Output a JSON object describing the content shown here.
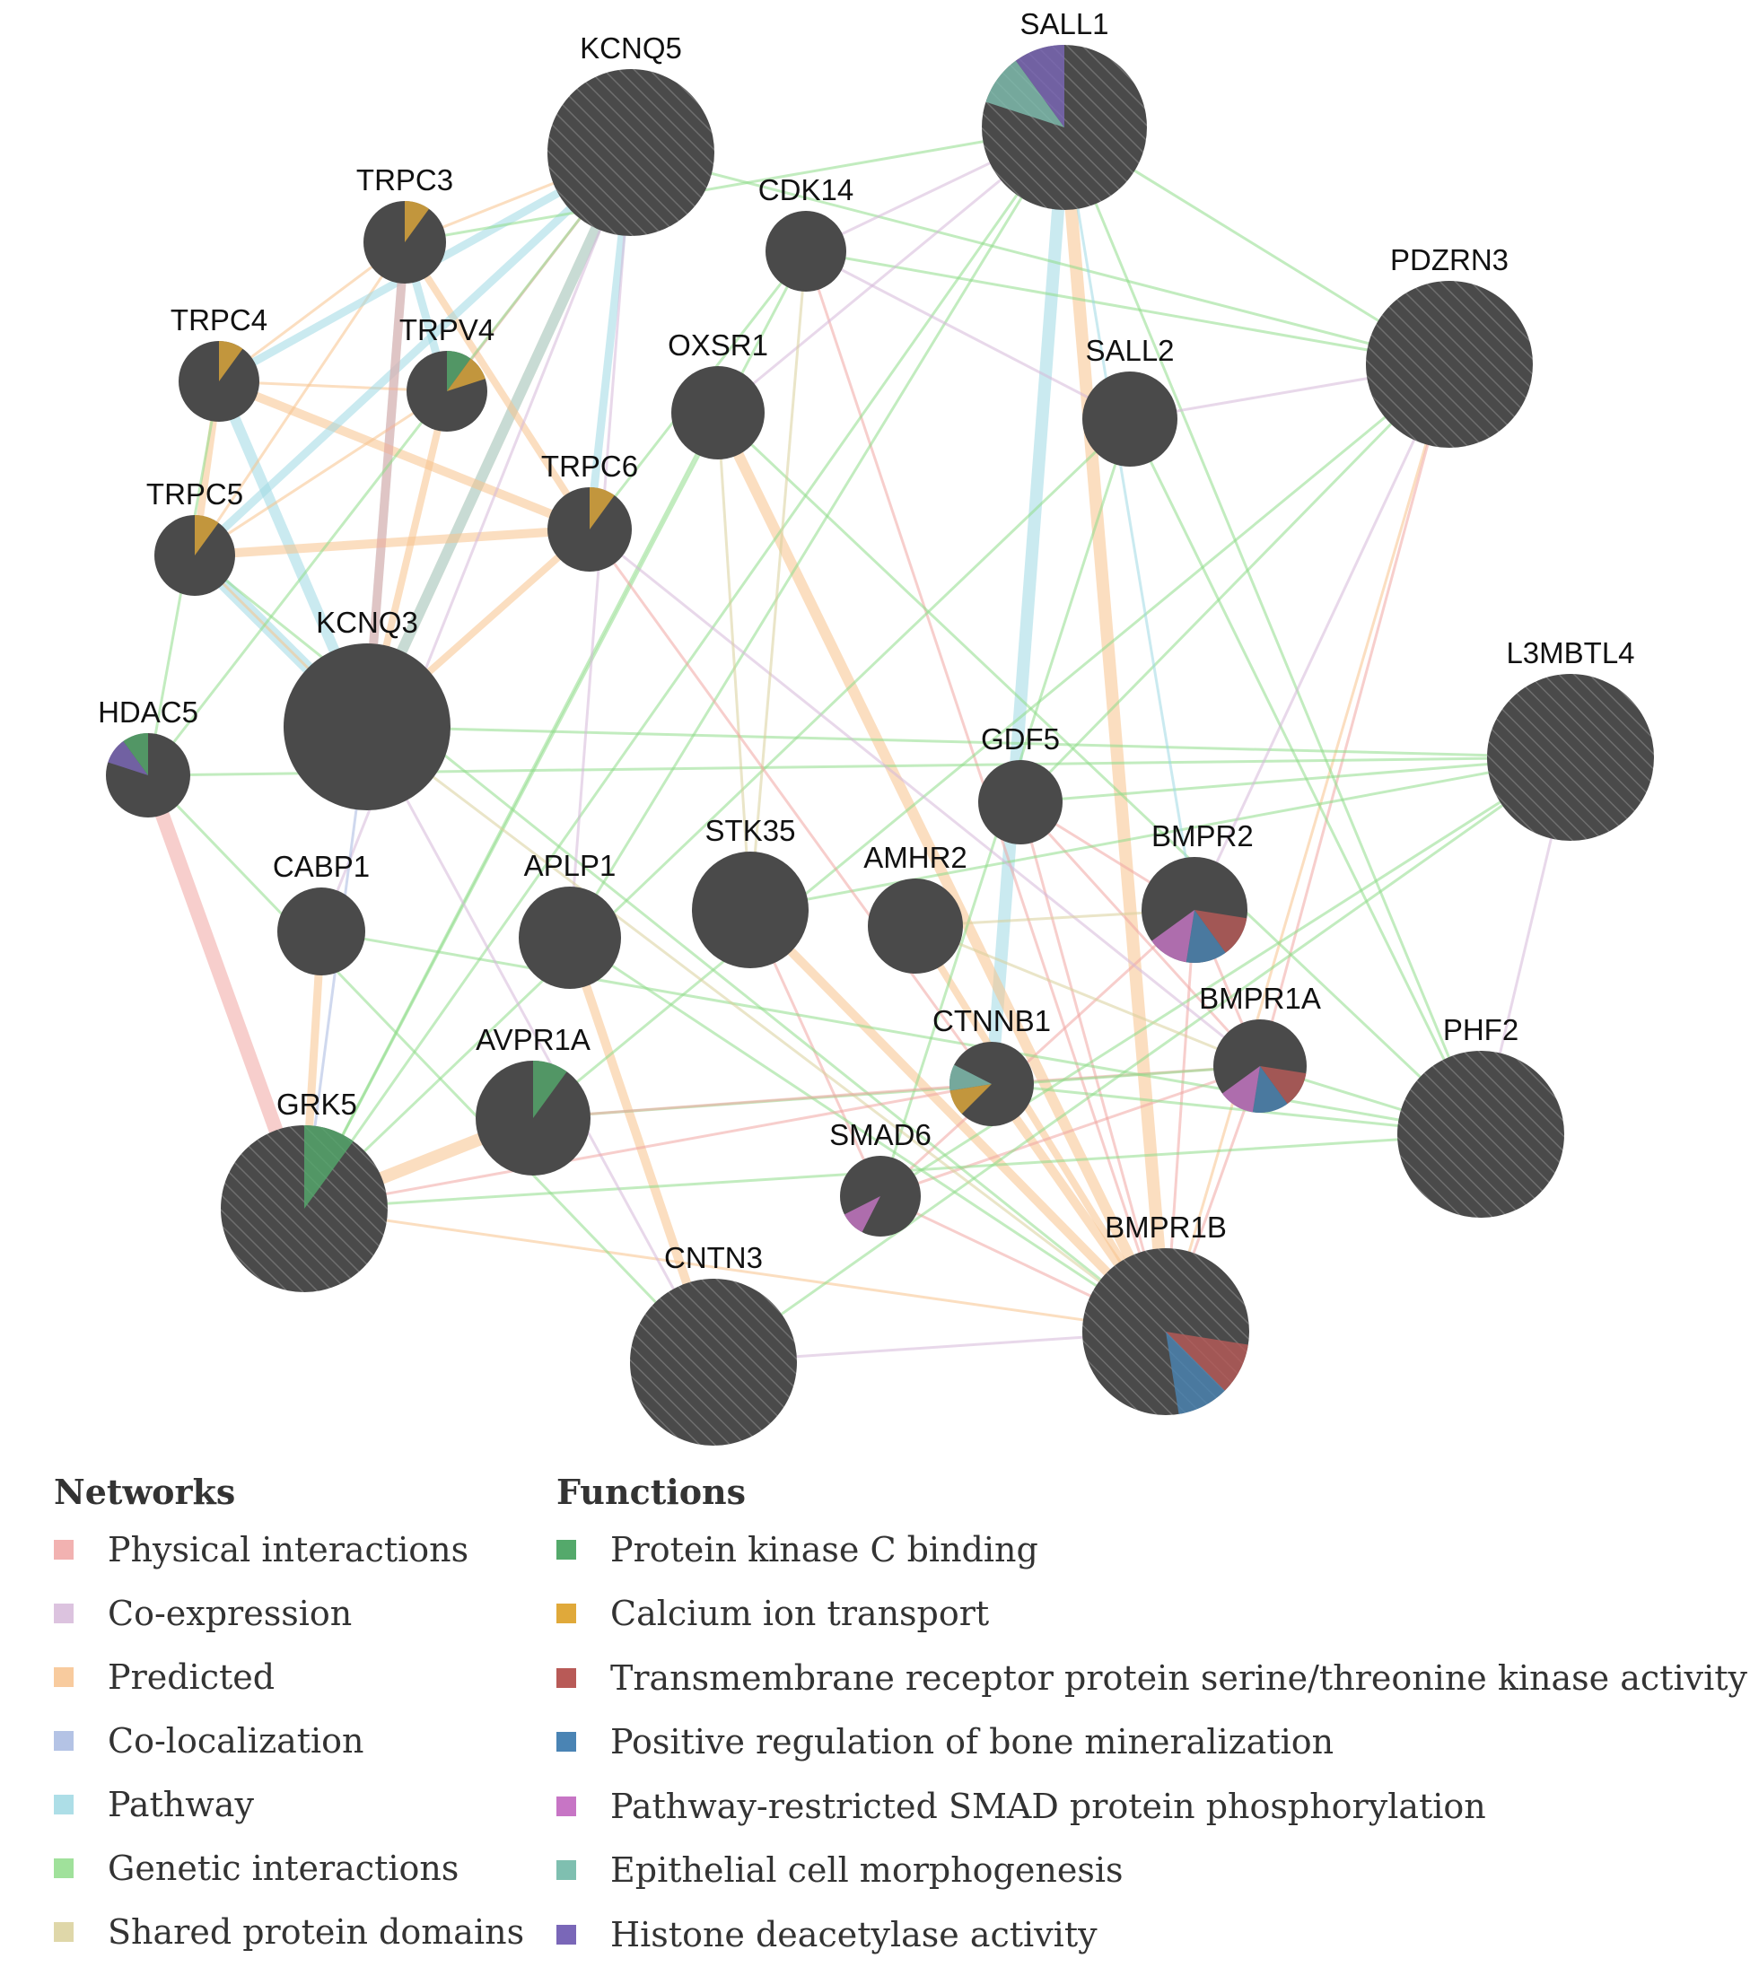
{
  "colors": {
    "node_fill": "#4a4a4a",
    "hatch": "#6e6e6e",
    "Physical interactions": "#f0a5a3",
    "Co-expression": "#d6b8d9",
    "Predicted": "#f7c28d",
    "Co-localization": "#a7b8e0",
    "Pathway": "#9fd8e3",
    "Genetic interactions": "#8fdc8a",
    "Shared protein domains": "#d9d09a",
    "Protein kinase C binding": "#54a96b",
    "Calcium ion transport": "#c29a3a",
    "Transmembrane receptor protein serine/threonine kinase activity": "#a0504e",
    "Positive regulation of bone mineralization": "#4f7ea6",
    "Pathway-restricted SMAD protein phosphorylation": "#a56aa8",
    "Epithelial cell morphogenesis": "#5f9b91",
    "Histone deacetylase activity": "#6c5ba4"
  },
  "legend": {
    "networks_title": "Networks",
    "functions_title": "Functions",
    "networks": [
      {
        "label": "Physical interactions",
        "color": "#f0a5a3"
      },
      {
        "label": "Co-expression",
        "color": "#d6b8d9"
      },
      {
        "label": "Predicted",
        "color": "#f7c28d"
      },
      {
        "label": "Co-localization",
        "color": "#a7b8e0"
      },
      {
        "label": "Pathway",
        "color": "#9fd8e3"
      },
      {
        "label": "Genetic interactions",
        "color": "#8fdc8a"
      },
      {
        "label": "Shared protein domains",
        "color": "#d9d09a"
      }
    ],
    "functions": [
      {
        "label": "Protein kinase C binding",
        "color": "#54a96b"
      },
      {
        "label": "Calcium ion transport",
        "color": "#e0a93a"
      },
      {
        "label": "Transmembrane receptor protein serine/threonine kinase activity",
        "color": "#b85a57"
      },
      {
        "label": "Positive regulation of bone mineralization",
        "color": "#4a84b4"
      },
      {
        "label": "Pathway-restricted SMAD protein phosphorylation",
        "color": "#c775c5"
      },
      {
        "label": "Epithelial cell morphogenesis",
        "color": "#7fbfb0"
      },
      {
        "label": "Histone deacetylase activity",
        "color": "#7a67b8"
      }
    ]
  },
  "nodes": [
    {
      "id": "KCNQ5",
      "label": "KCNQ5",
      "hatched": true,
      "functions": []
    },
    {
      "id": "SALL1",
      "label": "SALL1",
      "hatched": true,
      "functions": [
        "Epithelial cell morphogenesis",
        "Histone deacetylase activity"
      ]
    },
    {
      "id": "TRPC3",
      "label": "TRPC3",
      "hatched": false,
      "functions": [
        "Calcium ion transport"
      ]
    },
    {
      "id": "CDK14",
      "label": "CDK14",
      "hatched": false,
      "functions": []
    },
    {
      "id": "PDZRN3",
      "label": "PDZRN3",
      "hatched": true,
      "functions": []
    },
    {
      "id": "TRPC4",
      "label": "TRPC4",
      "hatched": false,
      "functions": [
        "Calcium ion transport"
      ]
    },
    {
      "id": "TRPV4",
      "label": "TRPV4",
      "hatched": false,
      "functions": [
        "Protein kinase C binding",
        "Calcium ion transport"
      ]
    },
    {
      "id": "OXSR1",
      "label": "OXSR1",
      "hatched": false,
      "functions": []
    },
    {
      "id": "SALL2",
      "label": "SALL2",
      "hatched": false,
      "functions": []
    },
    {
      "id": "TRPC6",
      "label": "TRPC6",
      "hatched": false,
      "functions": [
        "Calcium ion transport"
      ]
    },
    {
      "id": "TRPC5",
      "label": "TRPC5",
      "hatched": false,
      "functions": [
        "Calcium ion transport"
      ]
    },
    {
      "id": "KCNQ3",
      "label": "KCNQ3",
      "hatched": false,
      "functions": []
    },
    {
      "id": "L3MBTL4",
      "label": "L3MBTL4",
      "hatched": true,
      "functions": []
    },
    {
      "id": "HDAC5",
      "label": "HDAC5",
      "hatched": false,
      "functions": [
        "Histone deacetylase activity",
        "Protein kinase C binding"
      ]
    },
    {
      "id": "GDF5",
      "label": "GDF5",
      "hatched": false,
      "functions": []
    },
    {
      "id": "STK35",
      "label": "STK35",
      "hatched": false,
      "functions": []
    },
    {
      "id": "AMHR2",
      "label": "AMHR2",
      "hatched": false,
      "functions": []
    },
    {
      "id": "BMPR2",
      "label": "BMPR2",
      "hatched": false,
      "functions": [
        "Transmembrane receptor protein serine/threonine kinase activity",
        "Positive regulation of bone mineralization",
        "Pathway-restricted SMAD protein phosphorylation"
      ]
    },
    {
      "id": "CABP1",
      "label": "CABP1",
      "hatched": false,
      "functions": []
    },
    {
      "id": "APLP1",
      "label": "APLP1",
      "hatched": false,
      "functions": []
    },
    {
      "id": "BMPR1A",
      "label": "BMPR1A",
      "hatched": false,
      "functions": [
        "Transmembrane receptor protein serine/threonine kinase activity",
        "Positive regulation of bone mineralization",
        "Pathway-restricted SMAD protein phosphorylation"
      ]
    },
    {
      "id": "PHF2",
      "label": "PHF2",
      "hatched": true,
      "functions": []
    },
    {
      "id": "CTNNB1",
      "label": "CTNNB1",
      "hatched": false,
      "functions": [
        "Calcium ion transport",
        "Epithelial cell morphogenesis"
      ]
    },
    {
      "id": "AVPR1A",
      "label": "AVPR1A",
      "hatched": false,
      "functions": [
        "Protein kinase C binding"
      ]
    },
    {
      "id": "GRK5",
      "label": "GRK5",
      "hatched": true,
      "functions": [
        "Protein kinase C binding"
      ]
    },
    {
      "id": "SMAD6",
      "label": "SMAD6",
      "hatched": false,
      "functions": [
        "Pathway-restricted SMAD protein phosphorylation"
      ]
    },
    {
      "id": "CNTN3",
      "label": "CNTN3",
      "hatched": true,
      "functions": []
    },
    {
      "id": "BMPR1B",
      "label": "BMPR1B",
      "hatched": true,
      "functions": [
        "Transmembrane receptor protein serine/threonine kinase activity",
        "Positive regulation of bone mineralization"
      ]
    }
  ],
  "edges": [
    {
      "from": "HDAC5",
      "to": "GRK5",
      "type": "Physical interactions"
    },
    {
      "from": "SALL1",
      "to": "CTNNB1",
      "type": "Pathway"
    },
    {
      "from": "SALL1",
      "to": "BMPR1B",
      "type": "Predicted"
    },
    {
      "from": "OXSR1",
      "to": "BMPR1B",
      "type": "Predicted"
    },
    {
      "from": "APLP1",
      "to": "CNTN3",
      "type": "Predicted"
    },
    {
      "from": "GRK5",
      "to": "AVPR1A",
      "type": "Predicted"
    },
    {
      "from": "CABP1",
      "to": "GRK5",
      "type": "Predicted"
    },
    {
      "from": "KCNQ5",
      "to": "KCNQ3",
      "type": "Predicted"
    },
    {
      "from": "KCNQ5",
      "to": "KCNQ3",
      "type": "Pathway"
    },
    {
      "from": "TRPC4",
      "to": "KCNQ3",
      "type": "Pathway"
    },
    {
      "from": "TRPC5",
      "to": "KCNQ3",
      "type": "Pathway"
    },
    {
      "from": "TRPC3",
      "to": "KCNQ3",
      "type": "Pathway"
    },
    {
      "from": "TRPC4",
      "to": "TRPC6",
      "type": "Predicted"
    },
    {
      "from": "TRPC5",
      "to": "TRPC6",
      "type": "Predicted"
    },
    {
      "from": "TRPC3",
      "to": "TRPC6",
      "type": "Predicted"
    },
    {
      "from": "TRPC4",
      "to": "TRPC5",
      "type": "Predicted"
    },
    {
      "from": "TRPC3",
      "to": "TRPC4",
      "type": "Predicted"
    },
    {
      "from": "TRPC3",
      "to": "TRPC5",
      "type": "Predicted"
    },
    {
      "from": "TRPV4",
      "to": "TRPC5",
      "type": "Predicted"
    },
    {
      "from": "TRPV4",
      "to": "TRPC4",
      "type": "Predicted"
    },
    {
      "from": "KCNQ5",
      "to": "TRPC3",
      "type": "Predicted"
    },
    {
      "from": "KCNQ5",
      "to": "TRPC4",
      "type": "Pathway"
    },
    {
      "from": "KCNQ5",
      "to": "TRPC5",
      "type": "Pathway"
    },
    {
      "from": "KCNQ5",
      "to": "TRPC6",
      "type": "Pathway"
    },
    {
      "from": "TRPC3",
      "to": "TRPV4",
      "type": "Pathway"
    },
    {
      "from": "TRPV4",
      "to": "KCNQ3",
      "type": "Predicted"
    },
    {
      "from": "TRPC6",
      "to": "KCNQ3",
      "type": "Predicted"
    },
    {
      "from": "KCNQ3",
      "to": "TRPC5",
      "type": "Predicted"
    },
    {
      "from": "KCNQ5",
      "to": "TRPV4",
      "type": "Physical interactions"
    },
    {
      "from": "TRPC3",
      "to": "KCNQ3",
      "type": "Physical interactions"
    },
    {
      "from": "STK35",
      "to": "BMPR1B",
      "type": "Predicted"
    },
    {
      "from": "AMHR2",
      "to": "BMPR1B",
      "type": "Predicted"
    },
    {
      "from": "GDF5",
      "to": "BMPR1B",
      "type": "Physical interactions"
    },
    {
      "from": "GDF5",
      "to": "BMPR1A",
      "type": "Physical interactions"
    },
    {
      "from": "GDF5",
      "to": "BMPR2",
      "type": "Physical interactions"
    },
    {
      "from": "BMPR2",
      "to": "BMPR1B",
      "type": "Physical interactions"
    },
    {
      "from": "BMPR1A",
      "to": "BMPR1B",
      "type": "Physical interactions"
    },
    {
      "from": "BMPR2",
      "to": "BMPR1A",
      "type": "Physical interactions"
    },
    {
      "from": "CTNNB1",
      "to": "BMPR1B",
      "type": "Predicted"
    },
    {
      "from": "CTNNB1",
      "to": "BMPR1A",
      "type": "Physical interactions"
    },
    {
      "from": "SMAD6",
      "to": "BMPR1B",
      "type": "Physical interactions"
    },
    {
      "from": "SMAD6",
      "to": "BMPR2",
      "type": "Physical interactions"
    },
    {
      "from": "SMAD6",
      "to": "BMPR1A",
      "type": "Physical interactions"
    },
    {
      "from": "CDK14",
      "to": "BMPR1B",
      "type": "Physical interactions"
    },
    {
      "from": "PDZRN3",
      "to": "BMPR1B",
      "type": "Predicted"
    },
    {
      "from": "PDZRN3",
      "to": "BMPR1A",
      "type": "Physical interactions"
    },
    {
      "from": "STK35",
      "to": "SMAD6",
      "type": "Physical interactions"
    },
    {
      "from": "GRK5",
      "to": "BMPR1B",
      "type": "Predicted"
    },
    {
      "from": "AVPR1A",
      "to": "BMPR1A",
      "type": "Genetic interactions"
    },
    {
      "from": "GRK5",
      "to": "PHF2",
      "type": "Genetic interactions"
    },
    {
      "from": "HDAC5",
      "to": "KCNQ5",
      "type": "Genetic interactions"
    },
    {
      "from": "HDAC5",
      "to": "L3MBTL4",
      "type": "Genetic interactions"
    },
    {
      "from": "KCNQ3",
      "to": "L3MBTL4",
      "type": "Genetic interactions"
    },
    {
      "from": "SALL1",
      "to": "PDZRN3",
      "type": "Genetic interactions"
    },
    {
      "from": "SALL1",
      "to": "PHF2",
      "type": "Genetic interactions"
    },
    {
      "from": "SALL1",
      "to": "GRK5",
      "type": "Genetic interactions"
    },
    {
      "from": "SALL1",
      "to": "TRPC3",
      "type": "Genetic interactions"
    },
    {
      "from": "SALL1",
      "to": "APLP1",
      "type": "Genetic interactions"
    },
    {
      "from": "SALL2",
      "to": "GRK5",
      "type": "Genetic interactions"
    },
    {
      "from": "SALL2",
      "to": "SMAD6",
      "type": "Genetic interactions"
    },
    {
      "from": "SALL2",
      "to": "PHF2",
      "type": "Genetic interactions"
    },
    {
      "from": "CDK14",
      "to": "PDZRN3",
      "type": "Genetic interactions"
    },
    {
      "from": "CDK14",
      "to": "GRK5",
      "type": "Genetic interactions"
    },
    {
      "from": "CDK14",
      "to": "TRPC6",
      "type": "Genetic interactions"
    },
    {
      "from": "OXSR1",
      "to": "GRK5",
      "type": "Genetic interactions"
    },
    {
      "from": "OXSR1",
      "to": "PHF2",
      "type": "Genetic interactions"
    },
    {
      "from": "L3MBTL4",
      "to": "SMAD6",
      "type": "Genetic interactions"
    },
    {
      "from": "L3MBTL4",
      "to": "CNTN3",
      "type": "Genetic interactions"
    },
    {
      "from": "PDZRN3",
      "to": "AVPR1A",
      "type": "Genetic interactions"
    },
    {
      "from": "PHF2",
      "to": "CTNNB1",
      "type": "Genetic interactions"
    },
    {
      "from": "PHF2",
      "to": "BMPR1A",
      "type": "Genetic interactions"
    },
    {
      "from": "CABP1",
      "to": "PHF2",
      "type": "Genetic interactions"
    },
    {
      "from": "APLP1",
      "to": "BMPR1B",
      "type": "Genetic interactions"
    },
    {
      "from": "KCNQ5",
      "to": "PDZRN3",
      "type": "Genetic interactions"
    },
    {
      "from": "HDAC5",
      "to": "CNTN3",
      "type": "Genetic interactions"
    },
    {
      "from": "TRPC5",
      "to": "BMPR1B",
      "type": "Genetic interactions"
    },
    {
      "from": "STK35",
      "to": "L3MBTL4",
      "type": "Genetic interactions"
    },
    {
      "from": "GDF5",
      "to": "L3MBTL4",
      "type": "Genetic interactions"
    },
    {
      "from": "SALL1",
      "to": "CDK14",
      "type": "Co-expression"
    },
    {
      "from": "CDK14",
      "to": "SALL2",
      "type": "Co-expression"
    },
    {
      "from": "SALL2",
      "to": "PDZRN3",
      "type": "Co-expression"
    },
    {
      "from": "PDZRN3",
      "to": "BMPR2",
      "type": "Co-expression"
    },
    {
      "from": "CNTN3",
      "to": "BMPR1B",
      "type": "Co-expression"
    },
    {
      "from": "KCNQ3",
      "to": "CNTN3",
      "type": "Co-expression"
    },
    {
      "from": "SALL1",
      "to": "OXSR1",
      "type": "Co-expression"
    },
    {
      "from": "CABP1",
      "to": "KCNQ5",
      "type": "Co-expression"
    },
    {
      "from": "APLP1",
      "to": "KCNQ5",
      "type": "Co-expression"
    },
    {
      "from": "GRK5",
      "to": "KCNQ3",
      "type": "Co-localization"
    },
    {
      "from": "TRPC6",
      "to": "BMPR1A",
      "type": "Co-expression"
    },
    {
      "from": "L3MBTL4",
      "to": "PHF2",
      "type": "Co-expression"
    },
    {
      "from": "KCNQ3",
      "to": "BMPR1B",
      "type": "Shared protein domains"
    },
    {
      "from": "STK35",
      "to": "OXSR1",
      "type": "Shared protein domains"
    },
    {
      "from": "CDK14",
      "to": "STK35",
      "type": "Shared protein domains"
    },
    {
      "from": "AMHR2",
      "to": "BMPR2",
      "type": "Shared protein domains"
    },
    {
      "from": "AMHR2",
      "to": "BMPR1A",
      "type": "Shared protein domains"
    },
    {
      "from": "HDAC5",
      "to": "TRPC4",
      "type": "Genetic interactions"
    },
    {
      "from": "GDF5",
      "to": "PDZRN3",
      "type": "Genetic interactions"
    },
    {
      "from": "AVPR1A",
      "to": "CTNNB1",
      "type": "Physical interactions"
    },
    {
      "from": "GRK5",
      "to": "CTNNB1",
      "type": "Physical interactions"
    },
    {
      "from": "TRPC6",
      "to": "CTNNB1",
      "type": "Physical interactions"
    },
    {
      "from": "SALL1",
      "to": "BMPR2",
      "type": "Pathway"
    }
  ]
}
